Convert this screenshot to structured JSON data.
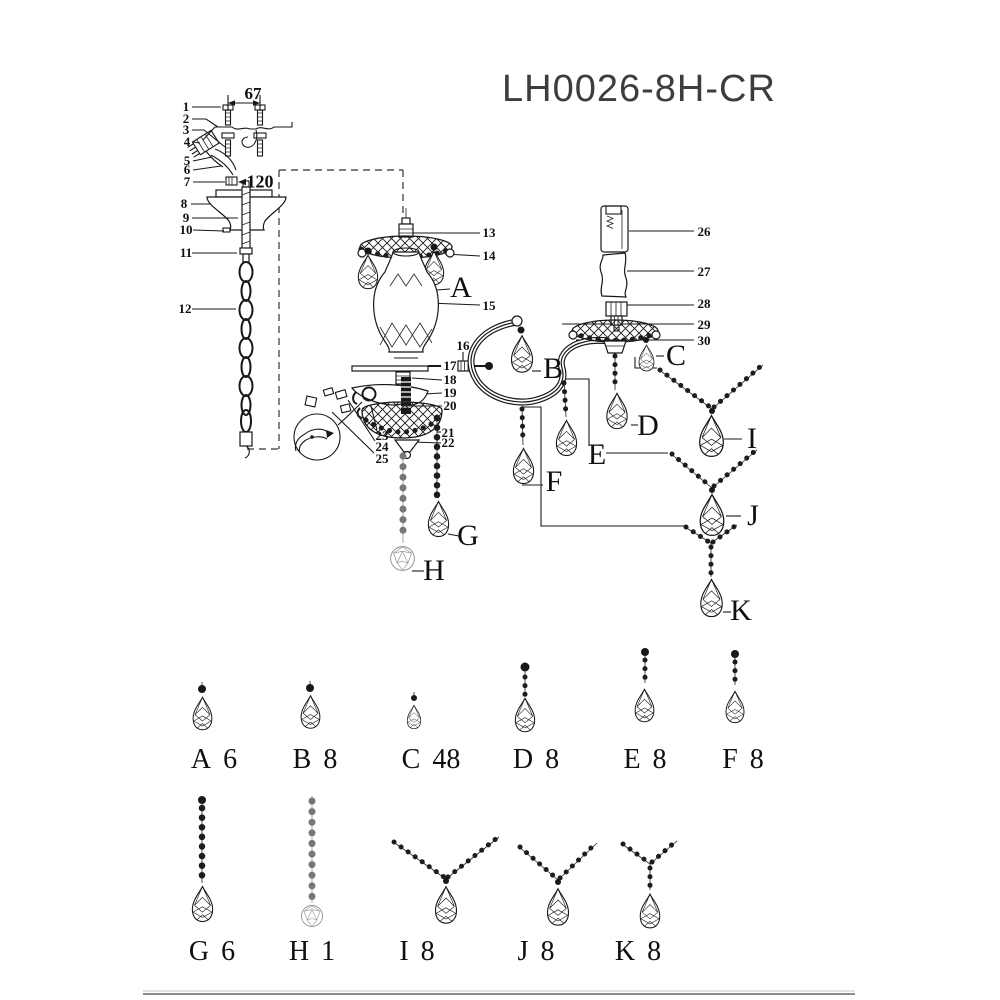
{
  "title": "LH0026-8H-CR",
  "dimensions": {
    "mount_hole_spacing": "67",
    "canopy_size": "120"
  },
  "parts": [
    "1",
    "2",
    "3",
    "4",
    "5",
    "6",
    "7",
    "8",
    "9",
    "10",
    "11",
    "12",
    "13",
    "14",
    "15",
    "16",
    "17",
    "18",
    "19",
    "20",
    "21",
    "22",
    "23",
    "24",
    "25",
    "26",
    "27",
    "28",
    "29",
    "30"
  ],
  "legend": [
    {
      "letter": "A",
      "qty": "6"
    },
    {
      "letter": "B",
      "qty": "8"
    },
    {
      "letter": "C",
      "qty": "48"
    },
    {
      "letter": "D",
      "qty": "8"
    },
    {
      "letter": "E",
      "qty": "8"
    },
    {
      "letter": "F",
      "qty": "8"
    },
    {
      "letter": "G",
      "qty": "6"
    },
    {
      "letter": "H",
      "qty": "1"
    },
    {
      "letter": "I",
      "qty": "8"
    },
    {
      "letter": "J",
      "qty": "8"
    },
    {
      "letter": "K",
      "qty": "8"
    }
  ]
}
